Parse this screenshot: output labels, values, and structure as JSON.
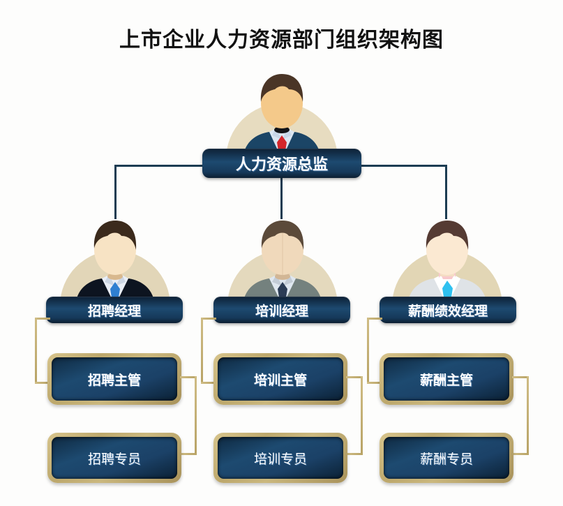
{
  "title": "上市企业人力资源部门组织架构图",
  "org": {
    "director": {
      "label": "人力资源总监",
      "avatar": {
        "hair": "#4a3526",
        "skin": "#f4c98a",
        "suit": "#23577e",
        "suit_dark": "#1b4566",
        "shirt": "#dbe6f2",
        "tie": "#d4262b",
        "backdrop": "#e7dcc0"
      }
    },
    "branches": [
      {
        "manager": {
          "label": "招聘经理",
          "avatar": {
            "hair": "#3b2a1c",
            "skin": "#f7e3c4",
            "suit": "#151d2b",
            "suit_dark": "#0d1420",
            "shirt": "#e9eef6",
            "tie": "#2f7fd1",
            "backdrop": "#e2d6b8"
          }
        },
        "supervisor": {
          "label": "招聘主管"
        },
        "specialist": {
          "label": "招聘专员"
        }
      },
      {
        "manager": {
          "label": "培训经理",
          "avatar": {
            "hair": "#5b4a3a",
            "skin": "#f0d9bb",
            "suit": "#8a9793",
            "suit_dark": "#74817e",
            "shirt": "#dfe7ef",
            "tie": "#2b3c55",
            "backdrop": "#e4d9bd"
          }
        },
        "supervisor": {
          "label": "培训主管"
        },
        "specialist": {
          "label": "培训专员"
        }
      },
      {
        "manager": {
          "label": "薪酬绩效经理",
          "avatar": {
            "hair": "#553b33",
            "skin": "#fbe9d2",
            "suit": "#f1f3f5",
            "suit_dark": "#dfe3e7",
            "shirt": "#ffffff",
            "tie": "#2fc1f0",
            "backdrop": "#e2d6b5"
          }
        },
        "supervisor": {
          "label": "薪酬主管"
        },
        "specialist": {
          "label": "薪酬专员"
        }
      }
    ]
  },
  "theme": {
    "background": "#fdfdfc",
    "title_color": "#111111",
    "connector_navy": "#1c3c52",
    "gold_border": "#bda86c",
    "gold_border_light": "#d8c58d",
    "box_fill_dark": "#0f2a42",
    "box_fill_light": "#1d4a70",
    "plate_text": "#ffffff"
  }
}
